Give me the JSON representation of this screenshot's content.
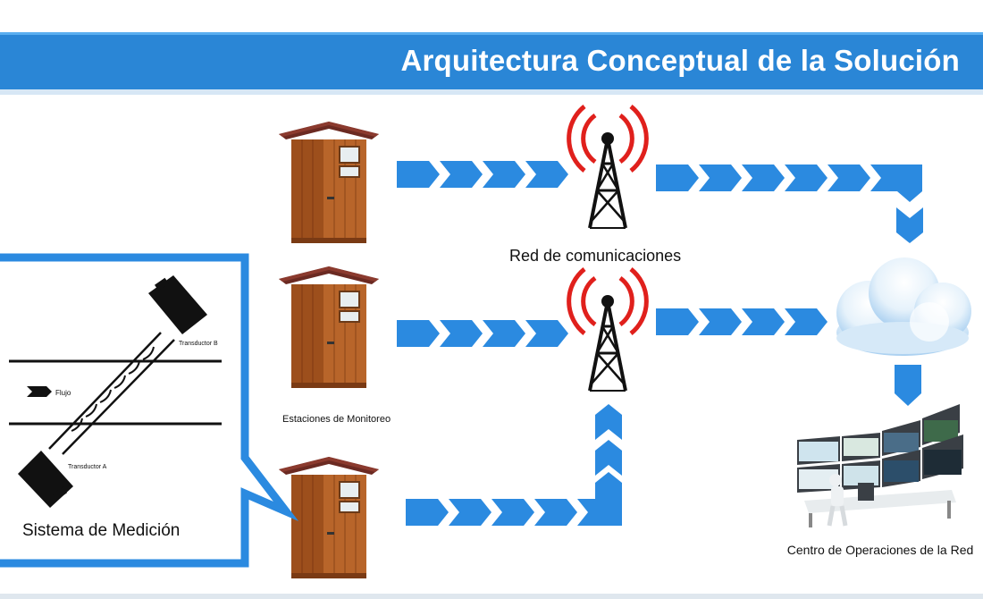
{
  "title": "Arquitectura Conceptual de la Solución",
  "labels": {
    "network": "Red de comunicaciones",
    "stations": "Estaciones de Monitoreo",
    "measurement": "Sistema de Medición",
    "noc": "Centro de Operaciones de la Red"
  },
  "measurement_diagram": {
    "flow_label": "Flujo",
    "transducer_a": "Transductor A",
    "transducer_b": "Transductor B"
  },
  "colors": {
    "accent": "#2a86d6",
    "arrow": "#2b8ae0",
    "signal": "#e0201c",
    "shed": "#b8652a"
  },
  "icons": [
    "shed-icon",
    "antenna-tower-icon",
    "cloud-icon",
    "control-room-icon",
    "transducer-icon"
  ]
}
